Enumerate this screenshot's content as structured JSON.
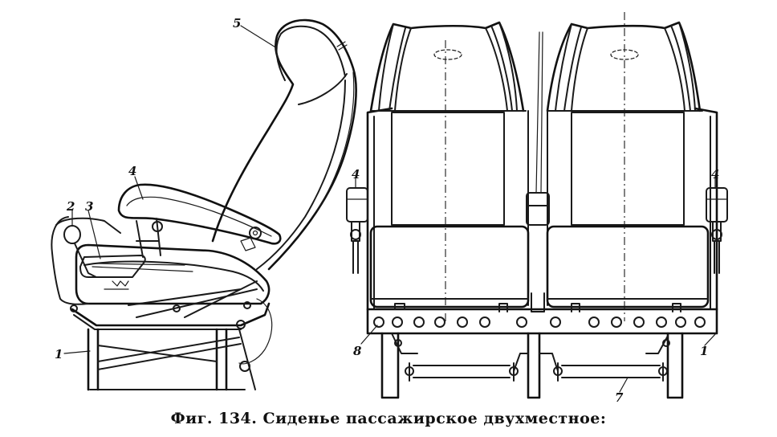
{
  "caption": "Фиг. 134. Сиденье пассажирское двухместное:",
  "callouts": {
    "side_view": [
      "1",
      "2",
      "3",
      "4",
      "5"
    ],
    "front_view": [
      "4",
      "4",
      "8",
      "7",
      "1"
    ]
  }
}
